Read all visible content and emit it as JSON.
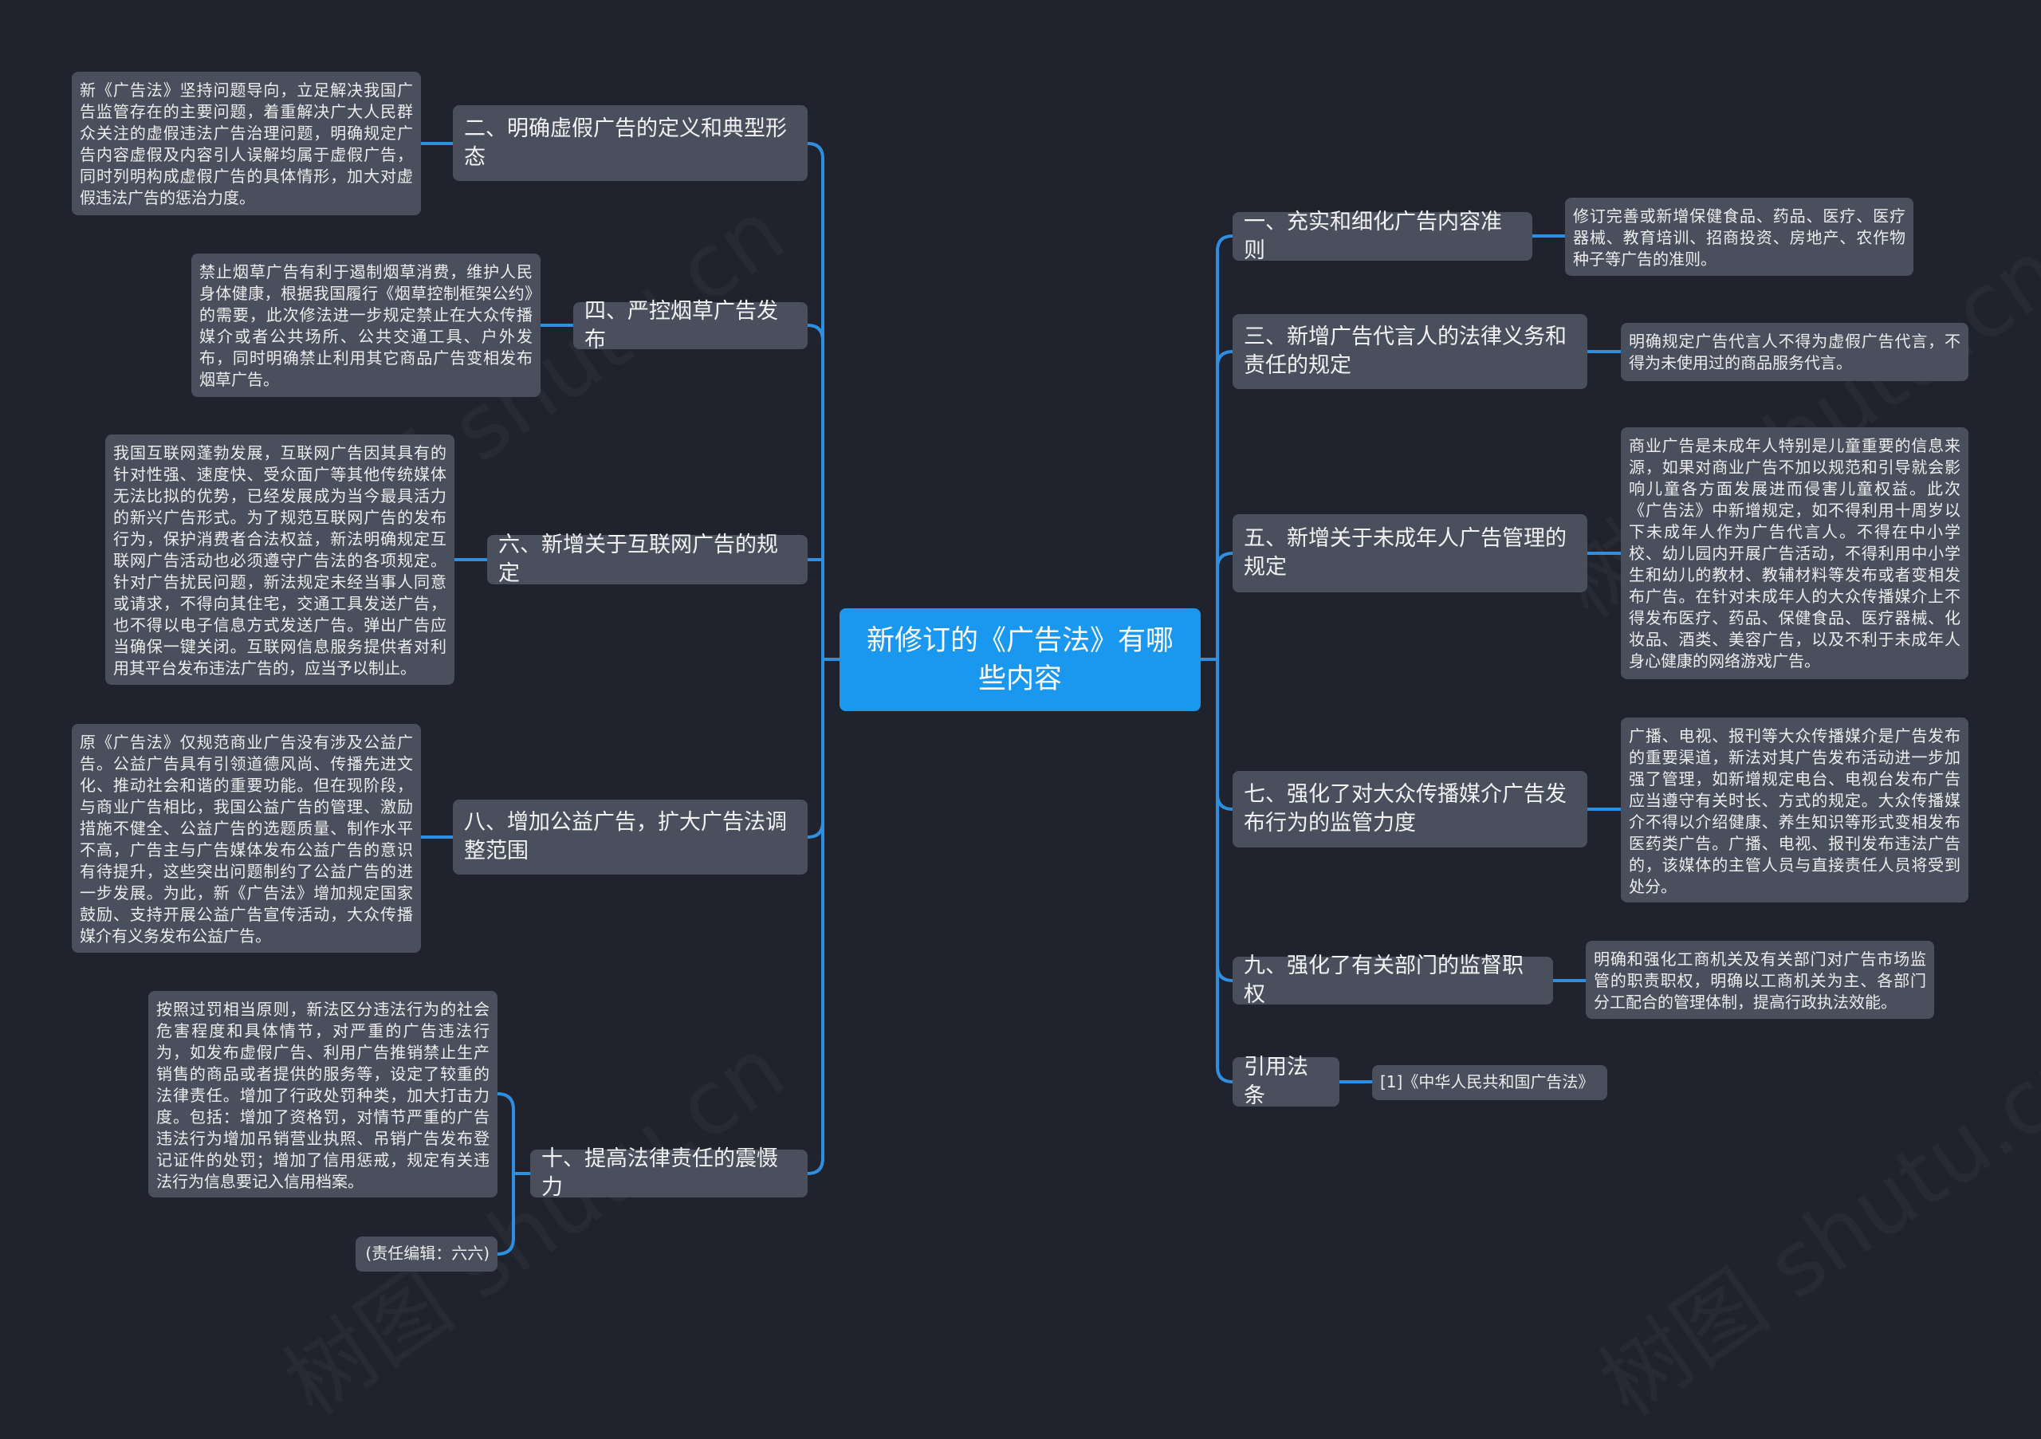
{
  "root": {
    "title": "新修订的《广告法》有哪些内容"
  },
  "left_branches": [
    {
      "label": "二、明确虚假广告的定义和典型形态",
      "detail": "新《广告法》坚持问题导向，立足解决我国广告监管存在的主要问题，着重解决广大人民群众关注的虚假违法广告治理问题，明确规定广告内容虚假及内容引人误解均属于虚假广告，同时列明构成虚假广告的具体情形，加大对虚假违法广告的惩治力度。"
    },
    {
      "label": "四、严控烟草广告发布",
      "detail": "禁止烟草广告有利于遏制烟草消费，维护人民身体健康，根据我国履行《烟草控制框架公约》的需要，此次修法进一步规定禁止在大众传播媒介或者公共场所、公共交通工具、户外发布，同时明确禁止利用其它商品广告变相发布烟草广告。"
    },
    {
      "label": "六、新增关于互联网广告的规定",
      "detail": "我国互联网蓬勃发展，互联网广告因其具有的针对性强、速度快、受众面广等其他传统媒体无法比拟的优势，已经发展成为当今最具活力的新兴广告形式。为了规范互联网广告的发布行为，保护消费者合法权益，新法明确规定互联网广告活动也必须遵守广告法的各项规定。针对广告扰民问题，新法规定未经当事人同意或请求，不得向其住宅，交通工具发送广告，也不得以电子信息方式发送广告。弹出广告应当确保一键关闭。互联网信息服务提供者对利用其平台发布违法广告的，应当予以制止。"
    },
    {
      "label": "八、增加公益广告，扩大广告法调整范围",
      "detail": "原《广告法》仅规范商业广告没有涉及公益广告。公益广告具有引领道德风尚、传播先进文化、推动社会和谐的重要功能。但在现阶段，与商业广告相比，我国公益广告的管理、激励措施不健全、公益广告的选题质量、制作水平不高，广告主与广告媒体发布公益广告的意识有待提升，这些突出问题制约了公益广告的进一步发展。为此，新《广告法》增加规定国家鼓励、支持开展公益广告宣传活动，大众传播媒介有义务发布公益广告。"
    },
    {
      "label": "十、提高法律责任的震慑力",
      "detail": "按照过罚相当原则，新法区分违法行为的社会危害程度和具体情节，对严重的广告违法行为，如发布虚假广告、利用广告推销禁止生产销售的商品或者提供的服务等，设定了较重的法律责任。增加了行政处罚种类，加大打击力度。包括：增加了资格罚，对情节严重的广告违法行为增加吊销营业执照、吊销广告发布登记证件的处罚；增加了信用惩戒，规定有关违法行为信息要记入信用档案。",
      "editor": "(责任编辑：六六)"
    }
  ],
  "right_branches": [
    {
      "label": "一、充实和细化广告内容准则",
      "detail": "修订完善或新增保健食品、药品、医疗、医疗器械、教育培训、招商投资、房地产、农作物种子等广告的准则。"
    },
    {
      "label": "三、新增广告代言人的法律义务和责任的规定",
      "detail": "明确规定广告代言人不得为虚假广告代言，不得为未使用过的商品服务代言。"
    },
    {
      "label": "五、新增关于未成年人广告管理的规定",
      "detail": "商业广告是未成年人特别是儿童重要的信息来源，如果对商业广告不加以规范和引导就会影响儿童各方面发展进而侵害儿童权益。此次《广告法》中新增规定，如不得利用十周岁以下未成年人作为广告代言人。不得在中小学校、幼儿园内开展广告活动，不得利用中小学生和幼儿的教材、教辅材料等发布或者变相发布广告。在针对未成年人的大众传播媒介上不得发布医疗、药品、保健食品、医疗器械、化妆品、酒类、美容广告，以及不利于未成年人身心健康的网络游戏广告。"
    },
    {
      "label": "七、强化了对大众传播媒介广告发布行为的监管力度",
      "detail": "广播、电视、报刊等大众传播媒介是广告发布的重要渠道，新法对其广告发布活动进一步加强了管理，如新增规定电台、电视台发布广告应当遵守有关时长、方式的规定。大众传播媒介不得以介绍健康、养生知识等形式变相发布医药类广告。广播、电视、报刊发布违法广告的，该媒体的主管人员与直接责任人员将受到处分。"
    },
    {
      "label": "九、强化了有关部门的监督职权",
      "detail": "明确和强化工商机关及有关部门对广告市场监管的职责职权，明确以工商机关为主、各部门分工配合的管理体制，提高行政执法效能。"
    },
    {
      "label": "引用法条",
      "detail": "[1]《中华人民共和国广告法》"
    }
  ],
  "colors": {
    "background": "#20232e",
    "node": "#4a4f5d",
    "root": "#1a97ee",
    "link": "#2e8fe0"
  }
}
